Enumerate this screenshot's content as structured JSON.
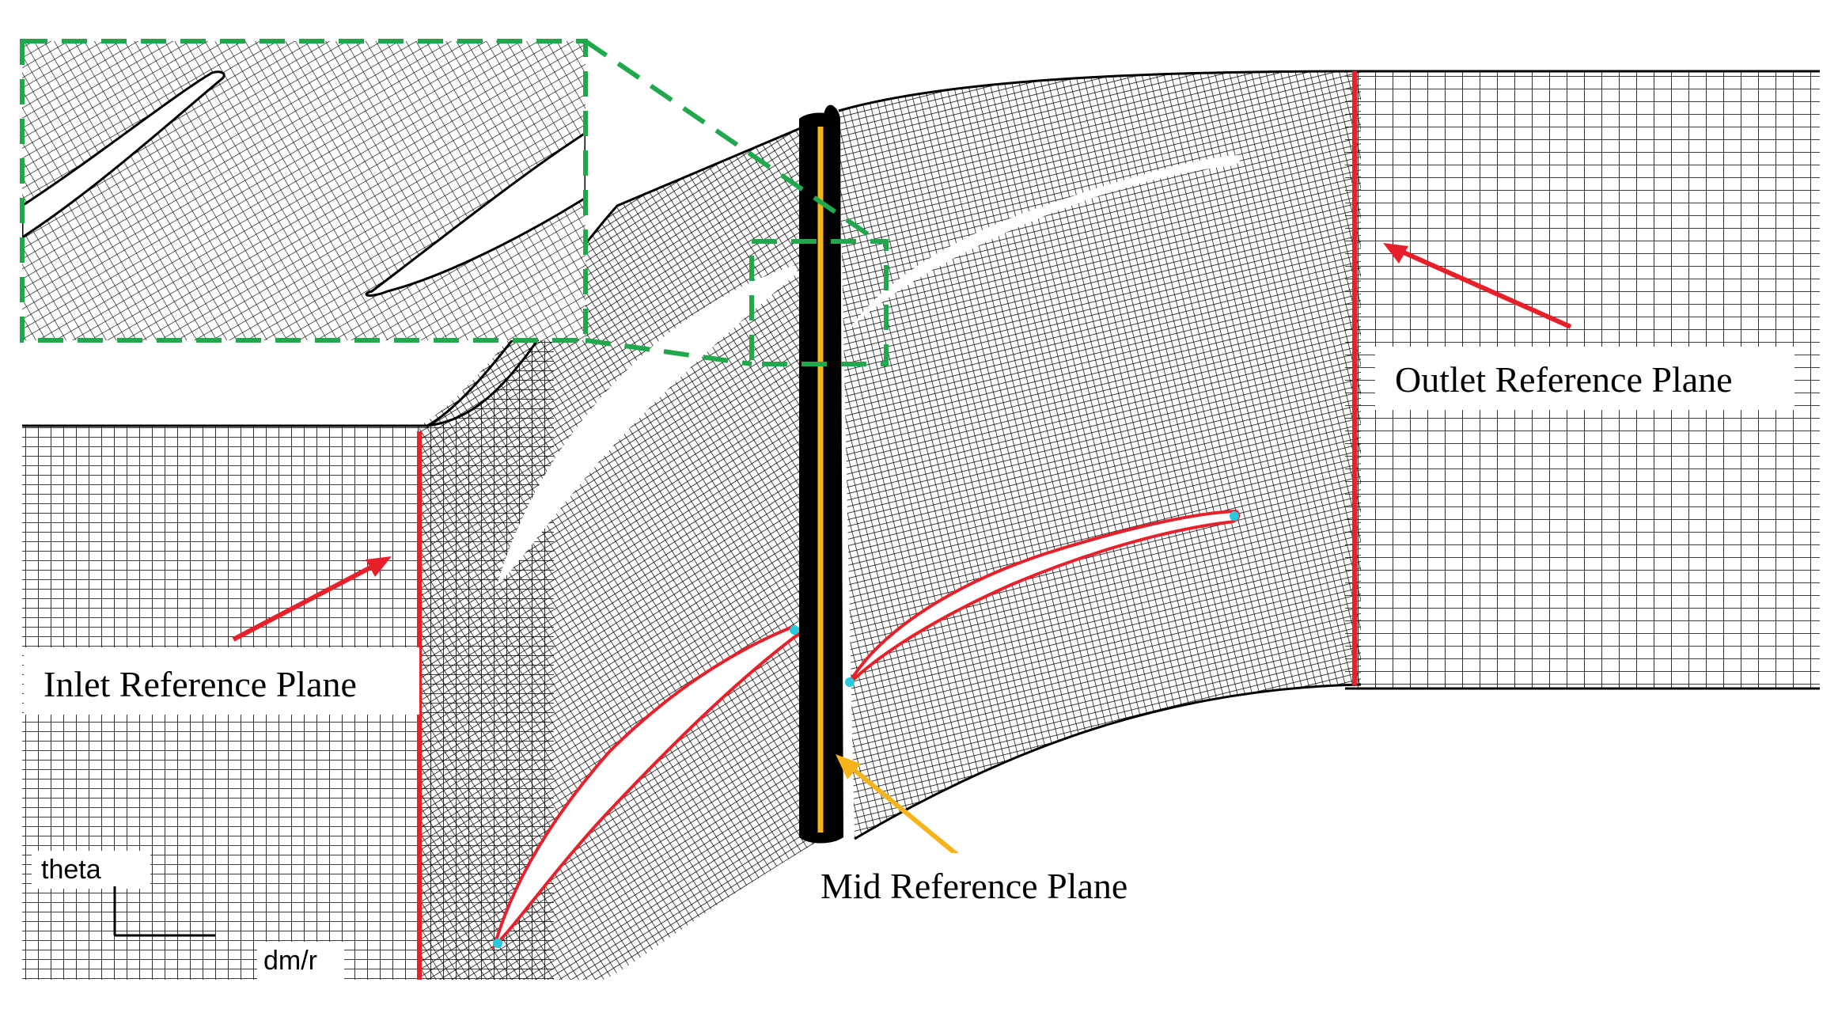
{
  "labels": {
    "inlet": "Inlet Reference Plane",
    "outlet": "Outlet Reference Plane",
    "mid": "Mid Reference Plane"
  },
  "axes": {
    "vertical": "theta",
    "horizontal": "dm/r"
  },
  "colors": {
    "mesh_line": "#000000",
    "reference_plane": "#e8202a",
    "mid_plane": "#f6b31a",
    "zoom_box": "#22a84c",
    "blade_outline": "#e8202a",
    "blade_edge_marker": "#29c9dc",
    "blade_fill": "#ffffff"
  }
}
